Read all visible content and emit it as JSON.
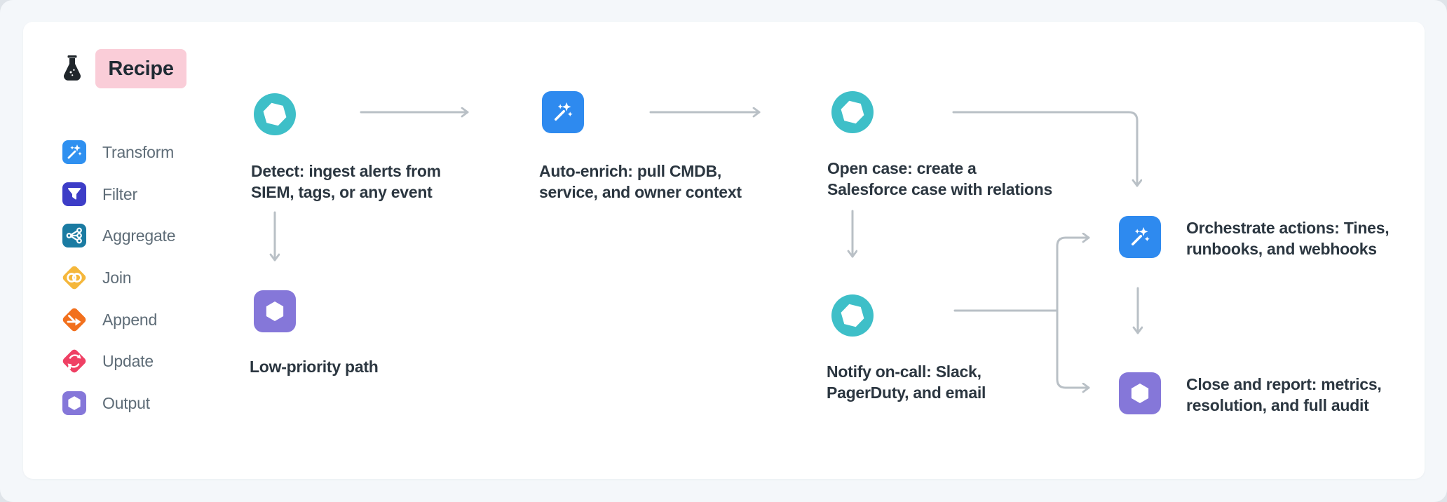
{
  "header": {
    "badge_label": "Recipe"
  },
  "sidebar": {
    "items": [
      {
        "label": "Transform",
        "color": "#2f90f0",
        "icon": "wand-icon",
        "shape": "square"
      },
      {
        "label": "Filter",
        "color": "#3d3dc7",
        "icon": "funnel-icon",
        "shape": "square"
      },
      {
        "label": "Aggregate",
        "color": "#1a7ba2",
        "icon": "merge-icon",
        "shape": "square"
      },
      {
        "label": "Join",
        "color": "#f5b73b",
        "icon": "rings-icon",
        "shape": "diamond"
      },
      {
        "label": "Append",
        "color": "#f2701d",
        "icon": "append-arrow-icon",
        "shape": "diamond"
      },
      {
        "label": "Update",
        "color": "#ef4064",
        "icon": "refresh-icon",
        "shape": "diamond"
      },
      {
        "label": "Output",
        "color": "#8577d9",
        "icon": "hexagon-icon",
        "shape": "square"
      }
    ]
  },
  "flow": {
    "nodes": {
      "detect": {
        "line1": "Detect: ingest alerts from",
        "line2": "SIEM, tags, or any event",
        "icon": "event-hexagon-icon",
        "color": "#3ebfc8"
      },
      "auto_enrich": {
        "line1": "Auto-enrich: pull CMDB,",
        "line2": "service, and owner context",
        "icon": "wand-icon",
        "color": "#2e8aef"
      },
      "open_case": {
        "line1": "Open case: create a",
        "line2": "Salesforce case with relations",
        "icon": "event-hexagon-icon",
        "color": "#3ebfc8"
      },
      "low_priority": {
        "line1": "Low-priority path",
        "line2": "",
        "icon": "hexagon-icon",
        "color": "#8577d9"
      },
      "notify": {
        "line1": "Notify on-call: Slack,",
        "line2": "PagerDuty, and email",
        "icon": "event-hexagon-icon",
        "color": "#3ebfc8"
      },
      "orchestrate": {
        "line1": "Orchestrate actions: Tines,",
        "line2": "runbooks, and webhooks",
        "icon": "wand-icon",
        "color": "#2e8aef"
      },
      "close_report": {
        "line1": "Close and report: metrics,",
        "line2": "resolution, and full audit",
        "icon": "hexagon-icon",
        "color": "#8577d9"
      }
    }
  },
  "colors": {
    "teal": "#3ebfc8",
    "blue": "#2e8aef",
    "purple": "#8577d9",
    "pink_badge": "#facdd8",
    "arrow": "#b9c0c6",
    "flask": "#20262b"
  }
}
